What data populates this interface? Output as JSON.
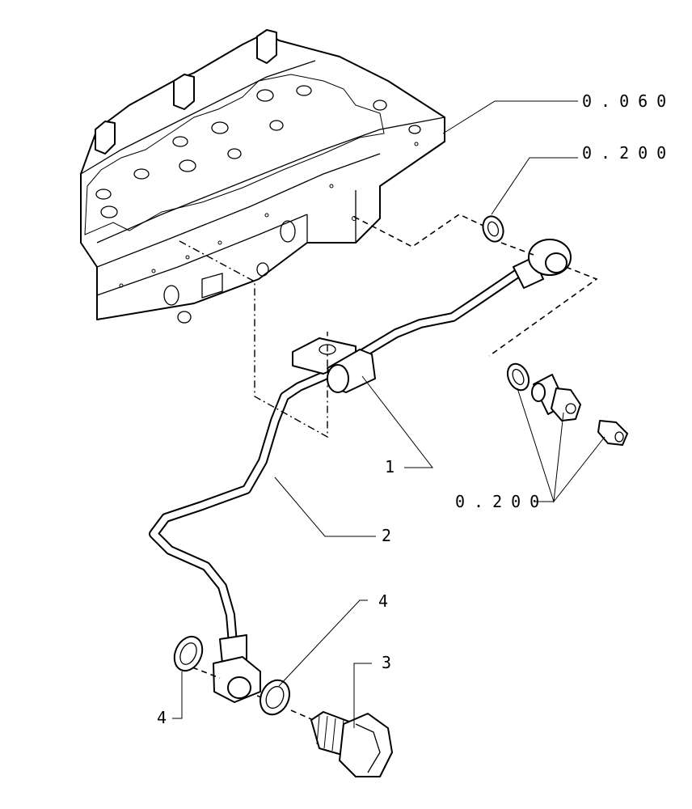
{
  "labels": {
    "ref_top": "0.060",
    "ref_second": "0.200",
    "ref_fittings": "0.200",
    "item_1": "1",
    "item_2": "2",
    "item_3": "3",
    "item_4_upper": "4",
    "item_4_lower": "4"
  },
  "icons": {
    "engine_block": "cylinder-head-block-icon",
    "oil_pipe": "oil-pipe-icon",
    "banjo_bolt": "banjo-bolt-icon",
    "washer": "sealing-washer-icon"
  }
}
